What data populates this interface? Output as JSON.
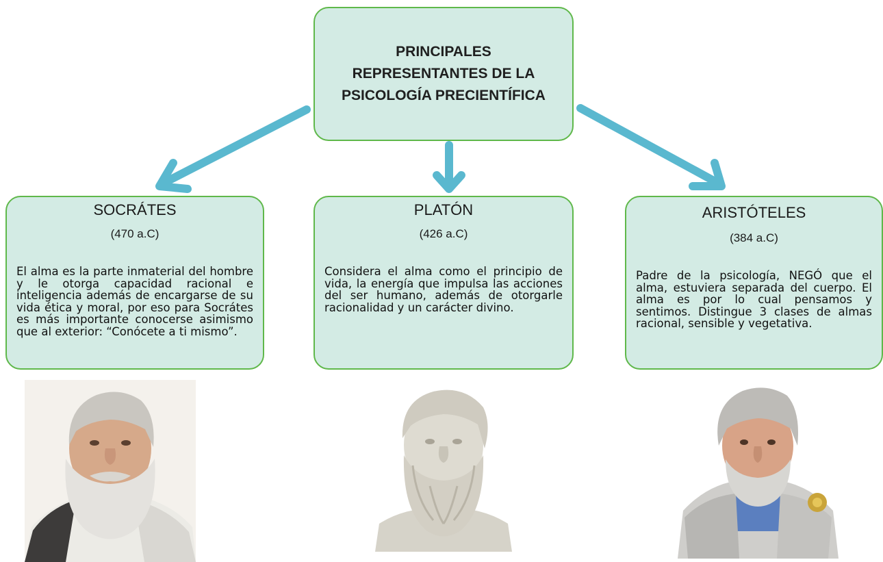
{
  "title": {
    "line1": "PRINCIPALES",
    "line2": "REPRESENTANTES DE LA",
    "line3": "PSICOLOGÍA PRECIENTÍFICA"
  },
  "cards": [
    {
      "name": "SOCRÁTES",
      "year": "(470 a.C)",
      "description": "El alma es la parte inmaterial del hombre y le otorga capacidad racional e inteligencia además de encargarse de su vida ética y moral, por eso para Socrátes es más importante conocerse asimismo que al exterior: “Conócete a ti mismo”."
    },
    {
      "name": "PLATÓN",
      "year": "(426 a.C)",
      "description": "Considera el alma como el principio de vida, la energía que impulsa las acciones del ser humano, además de otorgarle racionalidad y un carácter divino."
    },
    {
      "name": "ARISTÓTELES",
      "year": "(384 a.C)",
      "description": "Padre de la psicología, NEGÓ que el alma, estuviera separada del cuerpo. El alma es por lo cual pensamos y sentimos. Distingue 3 clases de almas racional, sensible y vegetativa."
    }
  ],
  "colors": {
    "box_fill": "#d3ebe4",
    "box_border": "#5fb84a",
    "arrow": "#5ab8cf"
  }
}
